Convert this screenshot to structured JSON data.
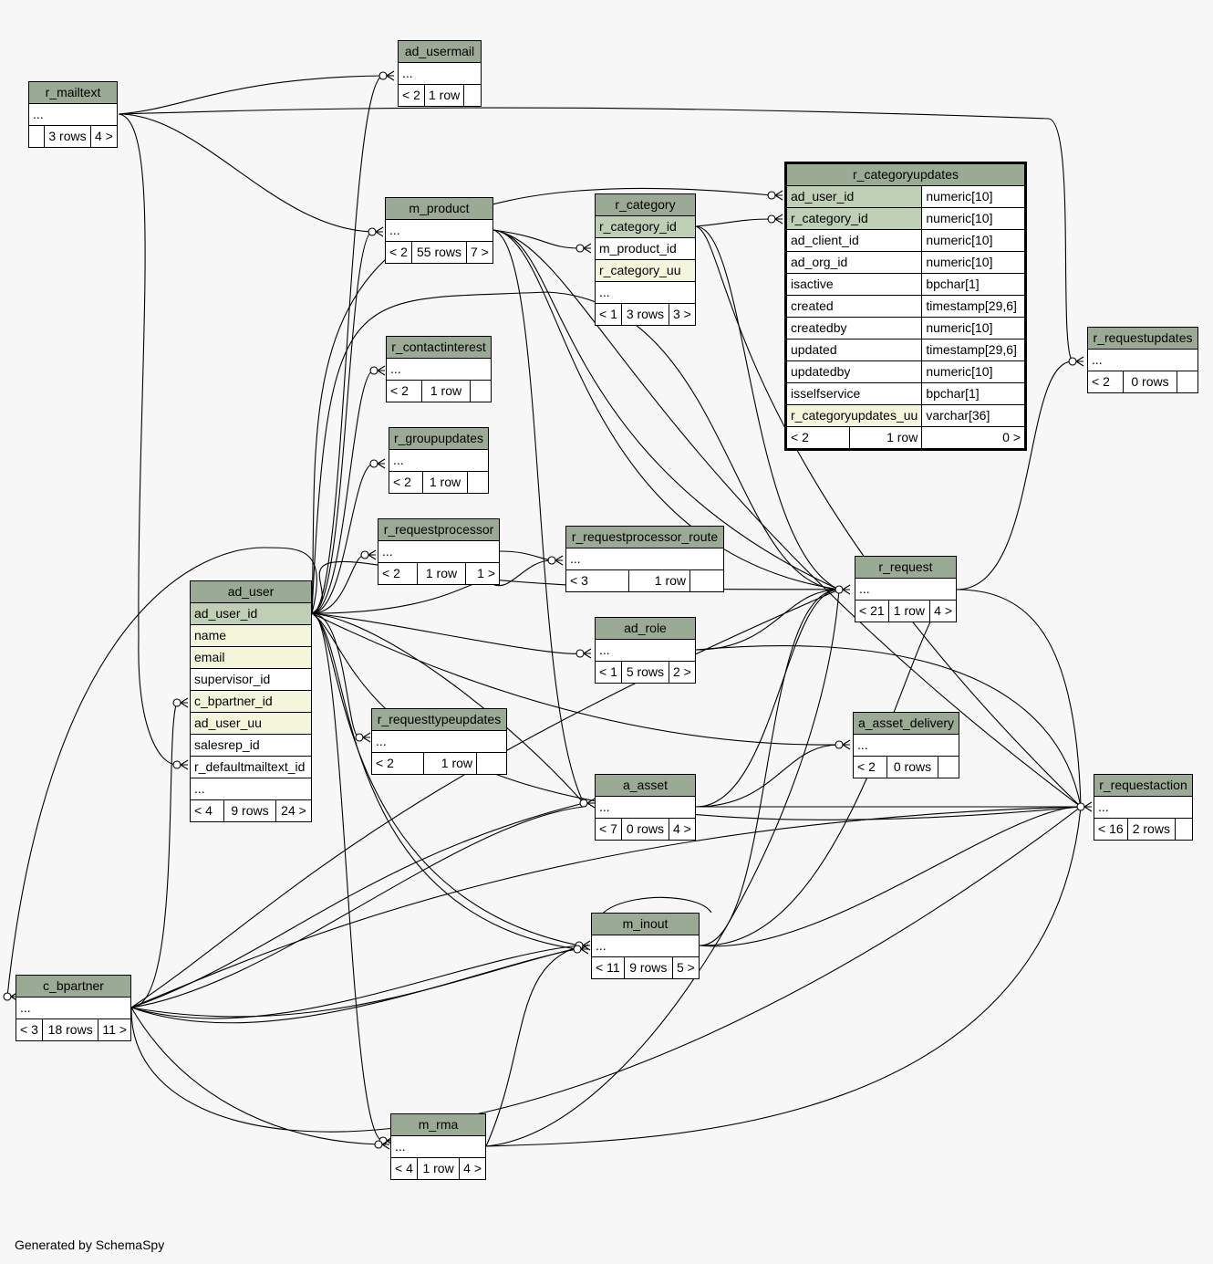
{
  "footer": "Generated by SchemaSpy",
  "tables": {
    "ad_usermail": {
      "name": "ad_usermail",
      "more": "...",
      "parents": "< 2",
      "rows": "1 row",
      "children": ""
    },
    "r_mailtext": {
      "name": "r_mailtext",
      "more": "...",
      "parents": "",
      "rows": "3 rows",
      "children": "4 >"
    },
    "m_product": {
      "name": "m_product",
      "more": "...",
      "parents": "< 2",
      "rows": "55 rows",
      "children": "7 >"
    },
    "r_category": {
      "name": "r_category",
      "cols": [
        "r_category_id",
        "m_product_id",
        "r_category_uu"
      ],
      "more": "...",
      "parents": "< 1",
      "rows": "3 rows",
      "children": "3 >"
    },
    "r_categoryupdates": {
      "name": "r_categoryupdates",
      "cols": [
        {
          "name": "ad_user_id",
          "type": "numeric[10]"
        },
        {
          "name": "r_category_id",
          "type": "numeric[10]"
        },
        {
          "name": "ad_client_id",
          "type": "numeric[10]"
        },
        {
          "name": "ad_org_id",
          "type": "numeric[10]"
        },
        {
          "name": "isactive",
          "type": "bpchar[1]"
        },
        {
          "name": "created",
          "type": "timestamp[29,6]"
        },
        {
          "name": "createdby",
          "type": "numeric[10]"
        },
        {
          "name": "updated",
          "type": "timestamp[29,6]"
        },
        {
          "name": "updatedby",
          "type": "numeric[10]"
        },
        {
          "name": "isselfservice",
          "type": "bpchar[1]"
        },
        {
          "name": "r_categoryupdates_uu",
          "type": "varchar[36]"
        }
      ],
      "parents": "< 2",
      "rows": "1 row",
      "children": "0 >"
    },
    "r_requestupdates": {
      "name": "r_requestupdates",
      "more": "...",
      "parents": "< 2",
      "rows": "0 rows",
      "children": ""
    },
    "r_contactinterest": {
      "name": "r_contactinterest",
      "more": "...",
      "parents": "< 2",
      "rows": "1 row",
      "children": ""
    },
    "r_groupupdates": {
      "name": "r_groupupdates",
      "more": "...",
      "parents": "< 2",
      "rows": "1 row",
      "children": ""
    },
    "r_requestprocessor": {
      "name": "r_requestprocessor",
      "more": "...",
      "parents": "< 2",
      "rows": "1 row",
      "children": "1 >"
    },
    "r_requestprocessor_route": {
      "name": "r_requestprocessor_route",
      "more": "...",
      "parents": "< 3",
      "rows": "1 row",
      "children": ""
    },
    "r_request": {
      "name": "r_request",
      "more": "...",
      "parents": "< 21",
      "rows": "1 row",
      "children": "4 >"
    },
    "ad_user": {
      "name": "ad_user",
      "cols": [
        "ad_user_id",
        "name",
        "email",
        "supervisor_id",
        "c_bpartner_id",
        "ad_user_uu",
        "salesrep_id",
        "r_defaultmailtext_id"
      ],
      "more": "...",
      "parents": "< 4",
      "rows": "9 rows",
      "children": "24 >"
    },
    "ad_role": {
      "name": "ad_role",
      "more": "...",
      "parents": "< 1",
      "rows": "5 rows",
      "children": "2 >"
    },
    "a_asset_delivery": {
      "name": "a_asset_delivery",
      "more": "...",
      "parents": "< 2",
      "rows": "0 rows",
      "children": ""
    },
    "r_requesttypeupdates": {
      "name": "r_requesttypeupdates",
      "more": "...",
      "parents": "< 2",
      "rows": "1 row",
      "children": ""
    },
    "a_asset": {
      "name": "a_asset",
      "more": "...",
      "parents": "< 7",
      "rows": "0 rows",
      "children": "4 >"
    },
    "r_requestaction": {
      "name": "r_requestaction",
      "more": "...",
      "parents": "< 16",
      "rows": "2 rows",
      "children": ""
    },
    "m_inout": {
      "name": "m_inout",
      "more": "...",
      "parents": "< 11",
      "rows": "9 rows",
      "children": "5 >"
    },
    "c_bpartner": {
      "name": "c_bpartner",
      "more": "...",
      "parents": "< 3",
      "rows": "18 rows",
      "children": "11 >"
    },
    "m_rma": {
      "name": "m_rma",
      "more": "...",
      "parents": "< 4",
      "rows": "1 row",
      "children": "4 >"
    }
  }
}
